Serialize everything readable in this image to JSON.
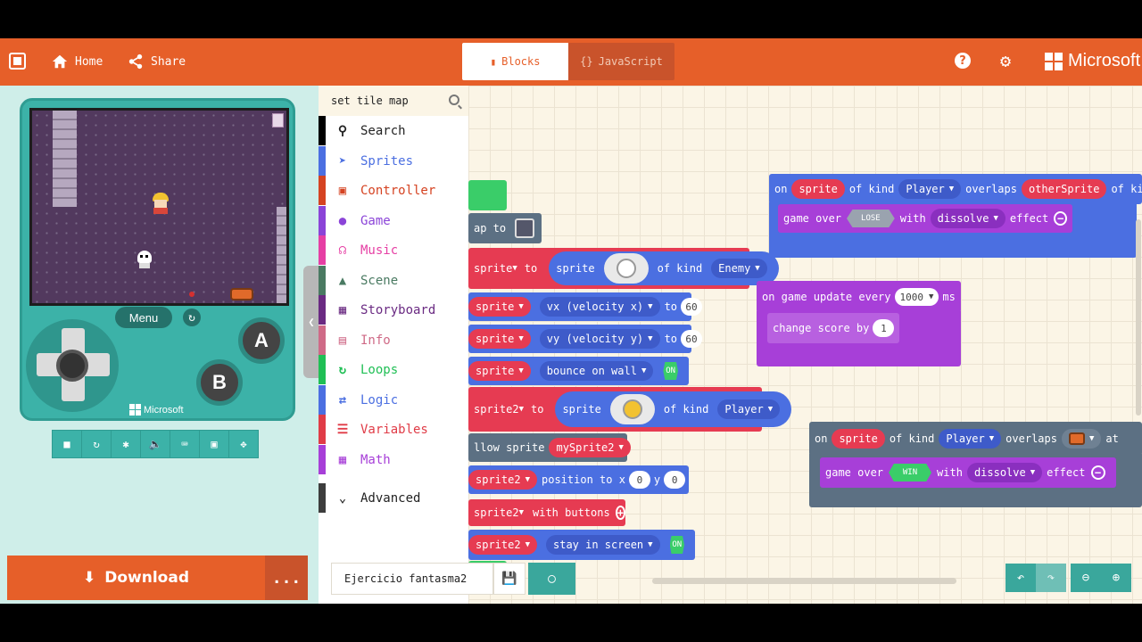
{
  "header": {
    "home_label": "Home",
    "share_label": "Share",
    "tabs": [
      {
        "label": "Blocks",
        "active": true
      },
      {
        "label": "JavaScript",
        "active": false
      }
    ],
    "help_label": "?",
    "brand": "Microsoft"
  },
  "simulator": {
    "menu_label": "Menu",
    "a_label": "A",
    "b_label": "B",
    "console_brand": "Microsoft",
    "download_label": "Download",
    "more_label": "..."
  },
  "toolbox": {
    "search_placeholder": "set tile map",
    "categories": [
      {
        "label": "Search",
        "color": "#000000",
        "icon": "search-icon"
      },
      {
        "label": "Sprites",
        "color": "#4b6fe1",
        "icon": "paper-plane-icon"
      },
      {
        "label": "Controller",
        "color": "#d54322",
        "icon": "gamepad-icon"
      },
      {
        "label": "Game",
        "color": "#8b44d8",
        "icon": "circle-icon"
      },
      {
        "label": "Music",
        "color": "#e63fa4",
        "icon": "headphones-icon"
      },
      {
        "label": "Scene",
        "color": "#4a7a62",
        "icon": "tree-icon"
      },
      {
        "label": "Storyboard",
        "color": "#6a2a82",
        "icon": "grid-icon"
      },
      {
        "label": "Info",
        "color": "#cf6a87",
        "icon": "id-card-icon"
      },
      {
        "label": "Loops",
        "color": "#20bf55",
        "icon": "refresh-icon"
      },
      {
        "label": "Logic",
        "color": "#4b6fe1",
        "icon": "shuffle-icon"
      },
      {
        "label": "Variables",
        "color": "#e03c47",
        "icon": "list-icon"
      },
      {
        "label": "Math",
        "color": "#a73fd8",
        "icon": "calculator-icon"
      },
      {
        "label": "Advanced",
        "color": "#3d3d3d",
        "icon": "chevron-down-icon"
      }
    ]
  },
  "workspace": {
    "b_ap_to": "ap to",
    "b_sprite1": "sprite",
    "b_to": "to",
    "b_sprite_kw": "sprite",
    "b_of_kind": "of kind",
    "b_enemy": "Enemy",
    "b_vx_prefix": "sprite",
    "b_vx": "vx (velocity x)",
    "b_vx_val": "60",
    "b_vy_prefix": "sprite",
    "b_vy": "vy (velocity y)",
    "b_vy_val": "60",
    "b_bounce_prefix": "sprite",
    "b_bounce": "bounce on wall",
    "b_on": "ON",
    "b_sprite2": "sprite2",
    "b_player": "Player",
    "b_follow": "llow sprite",
    "b_mysprite2": "mySprite2",
    "b_pos_prefix": "sprite2",
    "b_position": "position to x",
    "b_x_val": "0",
    "b_y_label": "y",
    "b_y_val": "0",
    "b_btn_prefix": "sprite2",
    "b_with_buttons": "with buttons",
    "b_stay_prefix": "sprite2",
    "b_stay": "stay in screen",
    "o1_on": "on",
    "o1_sprite": "sprite",
    "o1_of_kind": "of kind",
    "o1_player": "Player",
    "o1_overlaps": "overlaps",
    "o1_other": "otherSprite",
    "o1_of_kind2": "of kind",
    "o1_game_over": "game over",
    "o1_lose": "LOSE",
    "o1_with": "with",
    "o1_dissolve": "dissolve",
    "o1_effect": "effect",
    "u_on_update": "on game update every",
    "u_ms_val": "1000",
    "u_ms": "ms",
    "u_change": "change score by",
    "u_score_val": "1",
    "o2_on": "on",
    "o2_sprite": "sprite",
    "o2_of_kind": "of kind",
    "o2_player": "Player",
    "o2_overlaps": "overlaps",
    "o2_at": "at",
    "o2_game_over": "game over",
    "o2_win": "WIN",
    "o2_with": "with",
    "o2_dissolve": "dissolve",
    "o2_effect": "effect"
  },
  "bottom": {
    "project_name": "Ejercicio fantasma2"
  }
}
